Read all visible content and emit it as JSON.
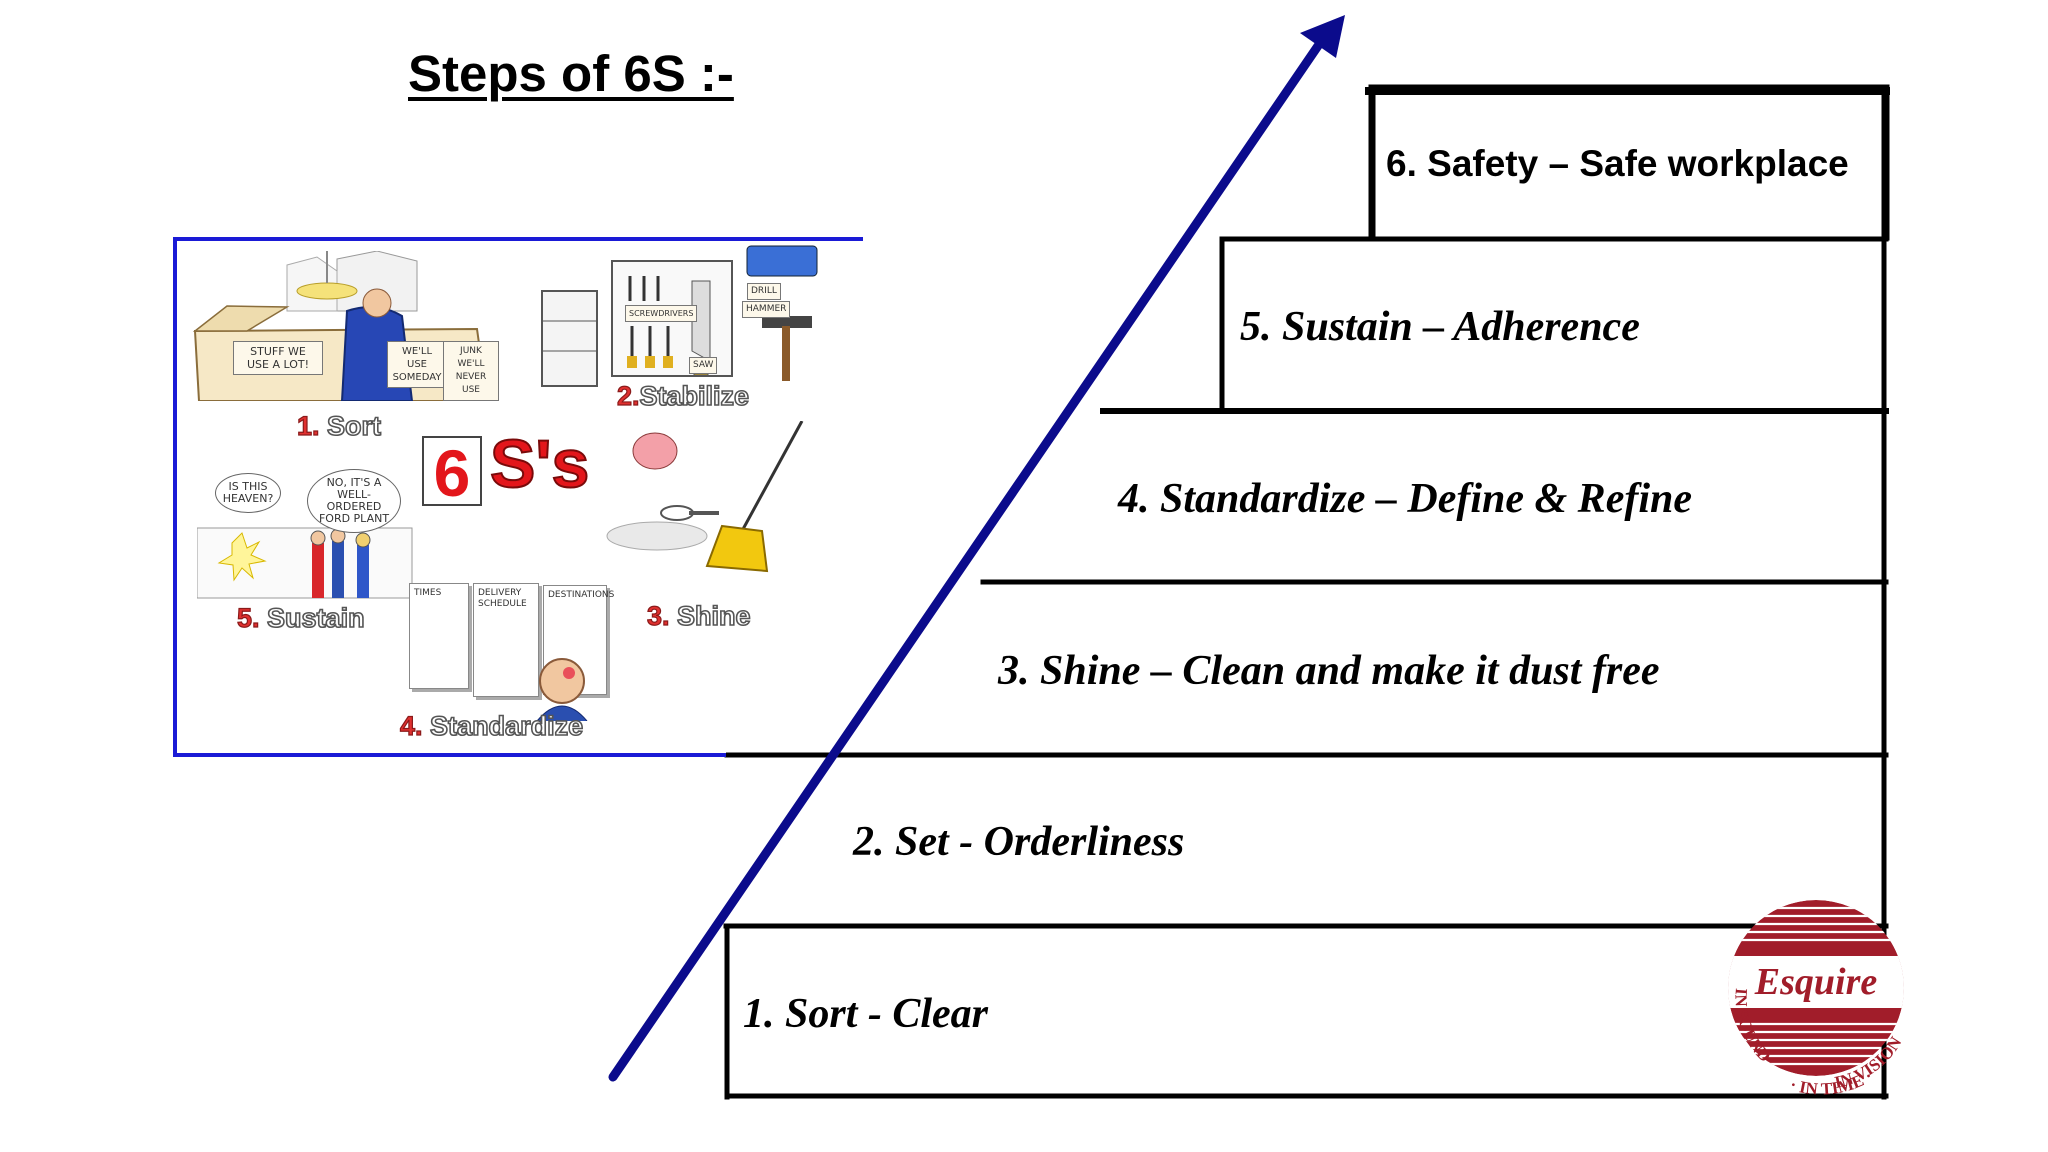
{
  "title": "Steps of 6S :-",
  "steps": [
    {
      "label": "1. Sort - Clear"
    },
    {
      "label": "2. Set - Orderliness"
    },
    {
      "label": "3. Shine – Clean and make it dust free"
    },
    {
      "label": "4. Standardize – Define & Refine"
    },
    {
      "label": "5. Sustain – Adherence"
    },
    {
      "label": "6. Safety – Safe workplace"
    }
  ],
  "illustration": {
    "center_six": "6",
    "center_s": "S's",
    "captions": {
      "sort_num": "1.",
      "sort": "Sort",
      "stabilize_num": "2.",
      "stabilize": "Stabilize",
      "shine_num": "3.",
      "shine": "Shine",
      "standardize_num": "4.",
      "standardize": "Standardize",
      "sustain_num": "5.",
      "sustain": "Sustain"
    },
    "signs": {
      "use_a_lot": "STUFF WE USE A LOT!",
      "use_someday": "WE'LL USE SOMEDAY",
      "junk": "JUNK WE'LL NEVER USE",
      "drill": "DRILL",
      "hammer": "HAMMER",
      "saw": "SAW",
      "screwdrivers": "SCREWDRIVERS",
      "times": "TIMES",
      "delivery_schedule": "DELIVERY SCHEDULE",
      "destinations": "DESTINATIONS"
    },
    "bubbles": {
      "heaven": "IS THIS HEAVEN?",
      "plant": "NO, IT'S A WELL-ORDERED FORD PLANT"
    }
  },
  "logo": {
    "name": "Esquire",
    "ring_text_left": "IN SOUND",
    "ring_text_bottom": "· IN TIME ·",
    "ring_text_right": "IN VISION"
  },
  "colors": {
    "arrow": "#0b0b8c",
    "box_border": "#1a1ad6",
    "logo": "#a11d2a",
    "accent_red": "#e3161b"
  }
}
